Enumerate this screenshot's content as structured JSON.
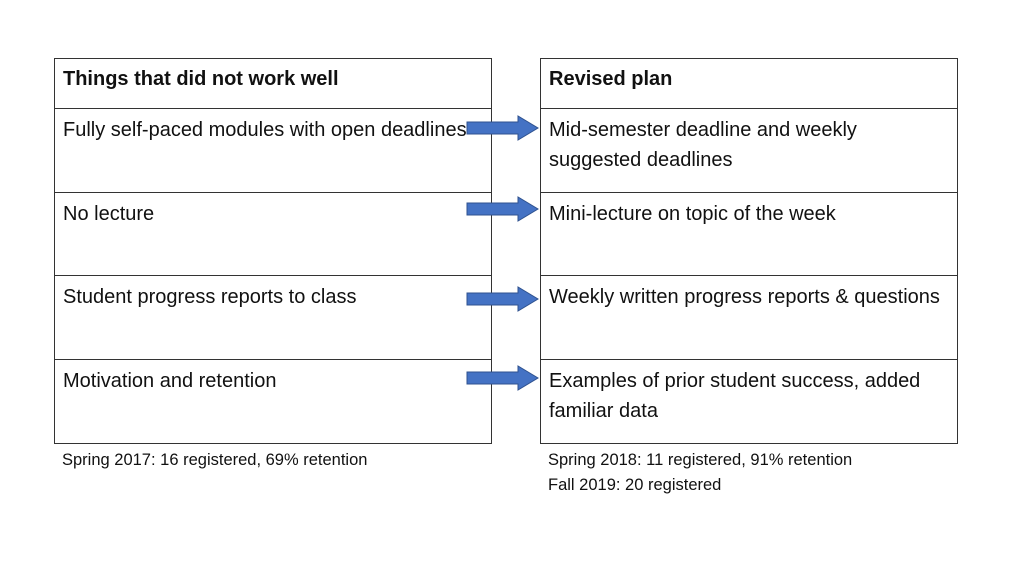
{
  "left": {
    "header": "Things that did not work well",
    "rows": [
      "Fully self-paced modules with open deadlines",
      "No lecture",
      "Student progress reports to class",
      "Motivation and retention"
    ],
    "note": "Spring 2017: 16 registered, 69% retention"
  },
  "right": {
    "header": "Revised plan",
    "rows": [
      "Mid-semester deadline and weekly suggested deadlines",
      "Mini-lecture on topic of the week",
      "Weekly written progress reports & questions",
      "Examples of prior student success, added familiar data"
    ],
    "notes": [
      "Spring 2018: 11 registered, 91% retention",
      "Fall 2019: 20 registered"
    ]
  },
  "arrow_icon": "right-arrow-icon",
  "colors": {
    "arrow_fill": "#4472c4",
    "arrow_stroke": "#2f528f"
  }
}
